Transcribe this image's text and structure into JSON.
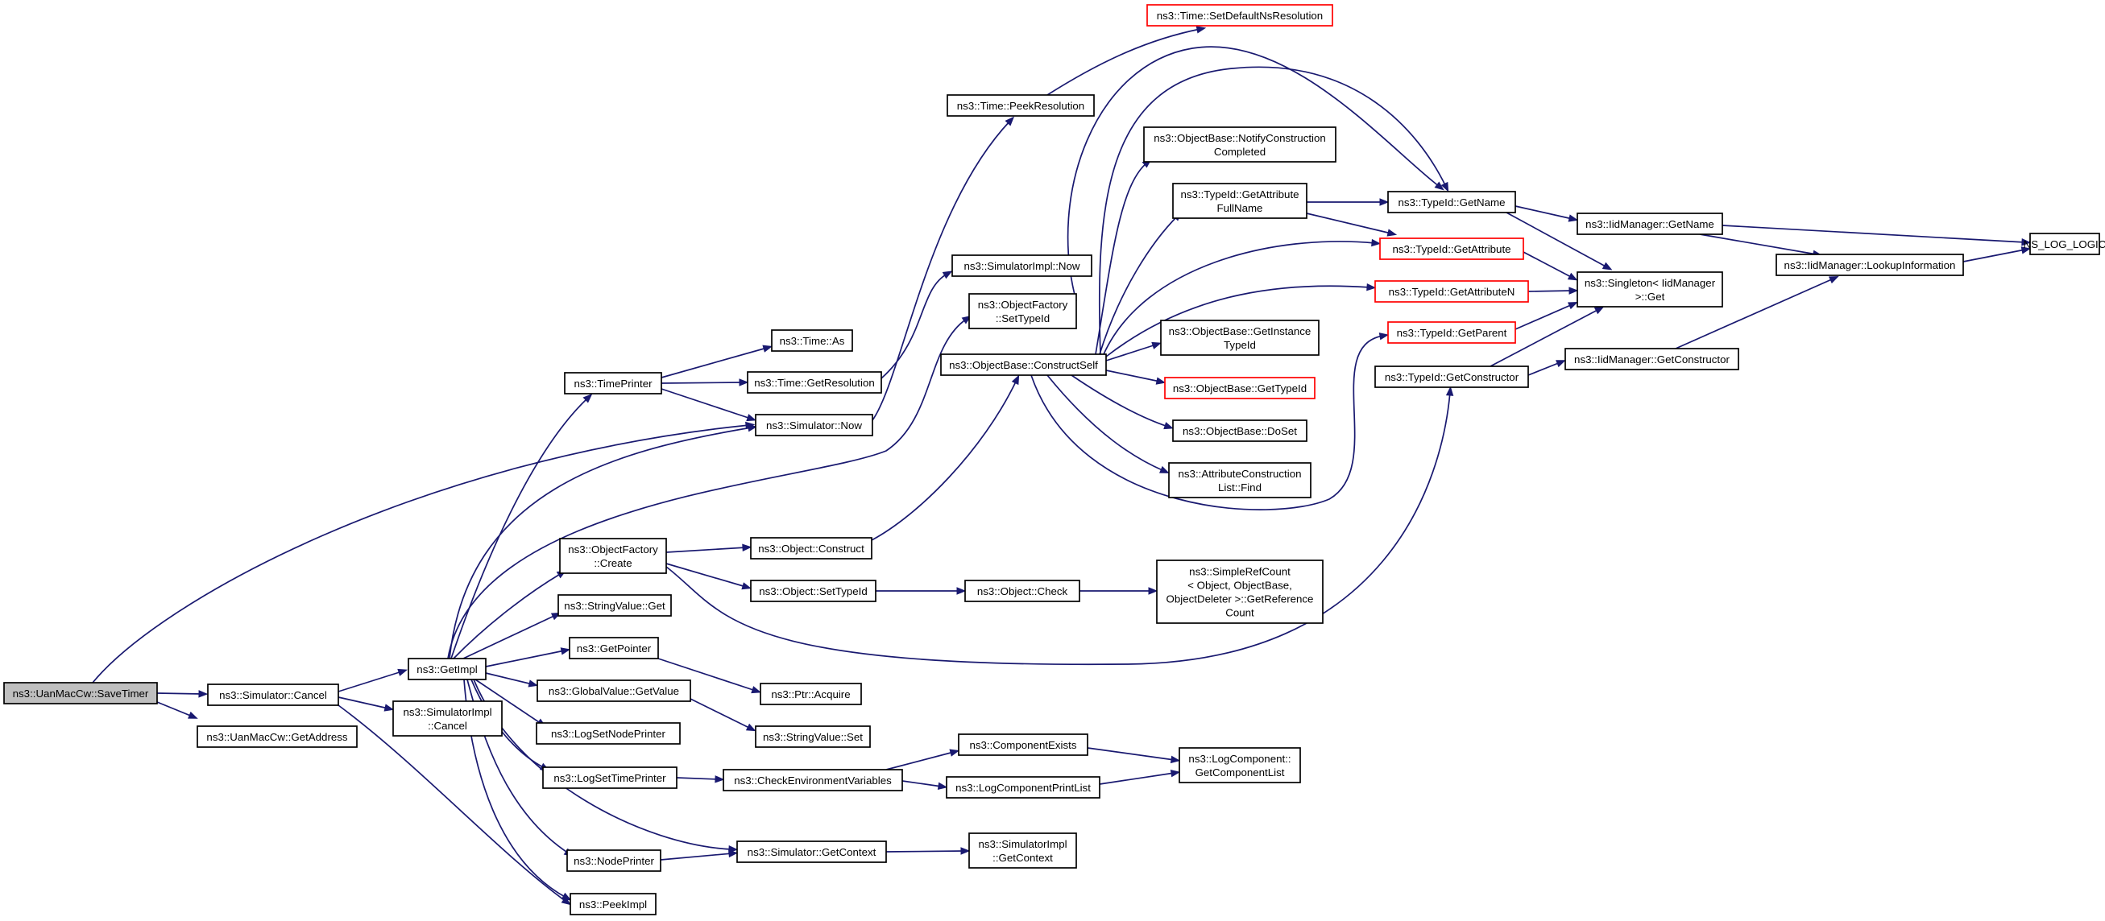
{
  "colors": {
    "edge": "#191970",
    "node_border": "#000000",
    "node_border_truncated": "#ff0000",
    "root_fill": "#bfbfbf",
    "node_fill": "#ffffff"
  },
  "nodes": [
    {
      "id": "root",
      "lines": [
        "ns3::UanMacCw::SaveTimer"
      ],
      "root": true
    },
    {
      "id": "sim_cancel",
      "lines": [
        "ns3::Simulator::Cancel"
      ]
    },
    {
      "id": "getaddress",
      "lines": [
        "ns3::UanMacCw::GetAddress"
      ]
    },
    {
      "id": "getimpl",
      "lines": [
        "ns3::GetImpl"
      ]
    },
    {
      "id": "simimpl_cancel",
      "lines": [
        "ns3::SimulatorImpl",
        "::Cancel"
      ]
    },
    {
      "id": "timeprinter",
      "lines": [
        "ns3::TimePrinter"
      ]
    },
    {
      "id": "of_create",
      "lines": [
        "ns3::ObjectFactory",
        "::Create"
      ]
    },
    {
      "id": "stringvalue_get",
      "lines": [
        "ns3::StringValue::Get"
      ]
    },
    {
      "id": "getpointer",
      "lines": [
        "ns3::GetPointer"
      ]
    },
    {
      "id": "gv_getvalue",
      "lines": [
        "ns3::GlobalValue::GetValue"
      ]
    },
    {
      "id": "logsetnodeprinter",
      "lines": [
        "ns3::LogSetNodePrinter"
      ]
    },
    {
      "id": "logsettimeprinter",
      "lines": [
        "ns3::LogSetTimePrinter"
      ]
    },
    {
      "id": "nodeprinter",
      "lines": [
        "ns3::NodePrinter"
      ]
    },
    {
      "id": "peekimpl",
      "lines": [
        "ns3::PeekImpl"
      ]
    },
    {
      "id": "time_as",
      "lines": [
        "ns3::Time::As"
      ]
    },
    {
      "id": "time_getres",
      "lines": [
        "ns3::Time::GetResolution"
      ]
    },
    {
      "id": "sim_now",
      "lines": [
        "ns3::Simulator::Now"
      ]
    },
    {
      "id": "obj_construct",
      "lines": [
        "ns3::Object::Construct"
      ]
    },
    {
      "id": "obj_settypeid",
      "lines": [
        "ns3::Object::SetTypeId"
      ]
    },
    {
      "id": "ptr_acquire",
      "lines": [
        "ns3::Ptr::Acquire"
      ]
    },
    {
      "id": "stringvalue_set",
      "lines": [
        "ns3::StringValue::Set"
      ]
    },
    {
      "id": "checkenv",
      "lines": [
        "ns3::CheckEnvironmentVariables"
      ]
    },
    {
      "id": "sim_getcontext",
      "lines": [
        "ns3::Simulator::GetContext"
      ]
    },
    {
      "id": "time_peekres",
      "lines": [
        "ns3::Time::PeekResolution"
      ]
    },
    {
      "id": "time_setdefault",
      "lines": [
        "ns3::Time::SetDefaultNsResolution"
      ],
      "truncated": true
    },
    {
      "id": "simimpl_now",
      "lines": [
        "ns3::SimulatorImpl::Now"
      ]
    },
    {
      "id": "of_settypeid",
      "lines": [
        "ns3::ObjectFactory",
        "::SetTypeId"
      ]
    },
    {
      "id": "ob_constructself",
      "lines": [
        "ns3::ObjectBase::ConstructSelf"
      ]
    },
    {
      "id": "obj_check",
      "lines": [
        "ns3::Object::Check"
      ]
    },
    {
      "id": "componentexists",
      "lines": [
        "ns3::ComponentExists"
      ]
    },
    {
      "id": "logcompprintlist",
      "lines": [
        "ns3::LogComponentPrintList"
      ]
    },
    {
      "id": "simimpl_getcontext",
      "lines": [
        "ns3::SimulatorImpl",
        "::GetContext"
      ]
    },
    {
      "id": "ob_notifyconstruction",
      "lines": [
        "ns3::ObjectBase::NotifyConstruction",
        "Completed"
      ]
    },
    {
      "id": "typeid_getattrfullname",
      "lines": [
        "ns3::TypeId::GetAttribute",
        "FullName"
      ]
    },
    {
      "id": "ob_getinstancetypeid",
      "lines": [
        "ns3::ObjectBase::GetInstance",
        "TypeId"
      ]
    },
    {
      "id": "ob_gettypeid",
      "lines": [
        "ns3::ObjectBase::GetTypeId"
      ],
      "truncated": true
    },
    {
      "id": "ob_doset",
      "lines": [
        "ns3::ObjectBase::DoSet"
      ]
    },
    {
      "id": "attrconstr_find",
      "lines": [
        "ns3::AttributeConstruction",
        "List::Find"
      ]
    },
    {
      "id": "simplerefcount",
      "lines": [
        "ns3::SimpleRefCount",
        "< Object, ObjectBase,",
        "ObjectDeleter >::GetReference",
        "Count"
      ]
    },
    {
      "id": "logcomp_getlist",
      "lines": [
        "ns3::LogComponent::",
        "GetComponentList"
      ]
    },
    {
      "id": "typeid_getname",
      "lines": [
        "ns3::TypeId::GetName"
      ]
    },
    {
      "id": "typeid_getattribute",
      "lines": [
        "ns3::TypeId::GetAttribute"
      ],
      "truncated": true
    },
    {
      "id": "typeid_getattributen",
      "lines": [
        "ns3::TypeId::GetAttributeN"
      ],
      "truncated": true
    },
    {
      "id": "typeid_getparent",
      "lines": [
        "ns3::TypeId::GetParent"
      ],
      "truncated": true
    },
    {
      "id": "typeid_getconstructor",
      "lines": [
        "ns3::TypeId::GetConstructor"
      ]
    },
    {
      "id": "iidmanager_getname",
      "lines": [
        "ns3::IidManager::GetName"
      ]
    },
    {
      "id": "singleton_get",
      "lines": [
        "ns3::Singleton< IidManager",
        ">::Get"
      ]
    },
    {
      "id": "iidmanager_getconstructor",
      "lines": [
        "ns3::IidManager::GetConstructor"
      ]
    },
    {
      "id": "iidmanager_lookup",
      "lines": [
        "ns3::IidManager::LookupInformation"
      ]
    },
    {
      "id": "ns_log_logic",
      "lines": [
        "NS_LOG_LOGIC"
      ]
    }
  ],
  "edges": [
    [
      "root",
      "sim_cancel"
    ],
    [
      "root",
      "getaddress"
    ],
    [
      "root",
      "sim_now"
    ],
    [
      "sim_cancel",
      "getimpl"
    ],
    [
      "sim_cancel",
      "simimpl_cancel"
    ],
    [
      "sim_cancel",
      "peekimpl"
    ],
    [
      "getimpl",
      "timeprinter"
    ],
    [
      "getimpl",
      "sim_now"
    ],
    [
      "getimpl",
      "of_settypeid"
    ],
    [
      "getimpl",
      "of_create"
    ],
    [
      "getimpl",
      "stringvalue_get"
    ],
    [
      "getimpl",
      "getpointer"
    ],
    [
      "getimpl",
      "gv_getvalue"
    ],
    [
      "getimpl",
      "logsetnodeprinter"
    ],
    [
      "getimpl",
      "logsettimeprinter"
    ],
    [
      "getimpl",
      "nodeprinter"
    ],
    [
      "getimpl",
      "peekimpl"
    ],
    [
      "getimpl",
      "sim_getcontext"
    ],
    [
      "timeprinter",
      "time_as"
    ],
    [
      "timeprinter",
      "time_getres"
    ],
    [
      "timeprinter",
      "sim_now"
    ],
    [
      "sim_now",
      "time_peekres"
    ],
    [
      "time_peekres",
      "time_setdefault"
    ],
    [
      "time_getres",
      "simimpl_now"
    ],
    [
      "of_create",
      "obj_construct"
    ],
    [
      "of_create",
      "obj_settypeid"
    ],
    [
      "of_create",
      "typeid_getconstructor"
    ],
    [
      "obj_construct",
      "ob_constructself"
    ],
    [
      "obj_settypeid",
      "obj_check"
    ],
    [
      "obj_check",
      "simplerefcount"
    ],
    [
      "getpointer",
      "ptr_acquire"
    ],
    [
      "gv_getvalue",
      "stringvalue_set"
    ],
    [
      "logsettimeprinter",
      "checkenv"
    ],
    [
      "checkenv",
      "componentexists"
    ],
    [
      "checkenv",
      "logcompprintlist"
    ],
    [
      "componentexists",
      "logcomp_getlist"
    ],
    [
      "logcompprintlist",
      "logcomp_getlist"
    ],
    [
      "nodeprinter",
      "sim_getcontext"
    ],
    [
      "sim_getcontext",
      "simimpl_getcontext"
    ],
    [
      "of_settypeid",
      "typeid_getname"
    ],
    [
      "ob_constructself",
      "ob_notifyconstruction"
    ],
    [
      "ob_constructself",
      "typeid_getattrfullname"
    ],
    [
      "ob_constructself",
      "typeid_getname"
    ],
    [
      "ob_constructself",
      "typeid_getattribute"
    ],
    [
      "ob_constructself",
      "typeid_getattributen"
    ],
    [
      "ob_constructself",
      "ob_getinstancetypeid"
    ],
    [
      "ob_constructself",
      "ob_gettypeid"
    ],
    [
      "ob_constructself",
      "ob_doset"
    ],
    [
      "ob_constructself",
      "attrconstr_find"
    ],
    [
      "ob_constructself",
      "typeid_getparent"
    ],
    [
      "typeid_getattrfullname",
      "typeid_getname"
    ],
    [
      "typeid_getattrfullname",
      "typeid_getattribute"
    ],
    [
      "typeid_getname",
      "iidmanager_getname"
    ],
    [
      "typeid_getname",
      "singleton_get"
    ],
    [
      "typeid_getattribute",
      "singleton_get"
    ],
    [
      "typeid_getattributen",
      "singleton_get"
    ],
    [
      "typeid_getparent",
      "singleton_get"
    ],
    [
      "typeid_getconstructor",
      "singleton_get"
    ],
    [
      "typeid_getconstructor",
      "iidmanager_getconstructor"
    ],
    [
      "iidmanager_getname",
      "ns_log_logic"
    ],
    [
      "iidmanager_getname",
      "iidmanager_lookup"
    ],
    [
      "iidmanager_lookup",
      "ns_log_logic"
    ],
    [
      "iidmanager_getconstructor",
      "iidmanager_lookup"
    ]
  ]
}
